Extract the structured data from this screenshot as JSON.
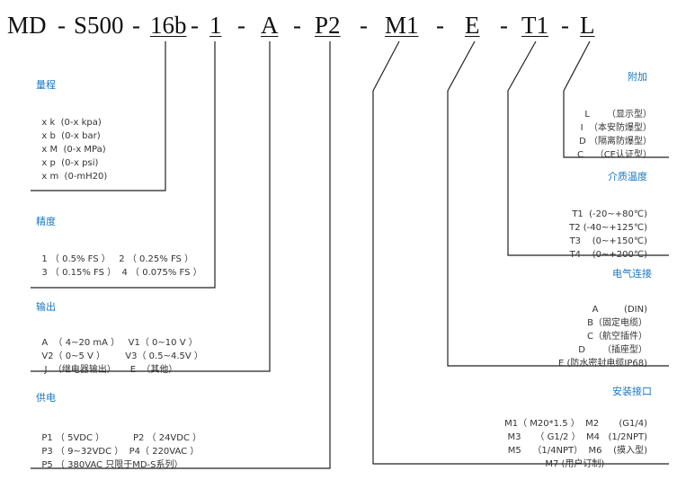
{
  "code": {
    "prefix": "MD",
    "sep": "-",
    "parts": [
      "S500",
      "16b",
      "1",
      "A",
      "P2",
      "M1",
      "E",
      "T1",
      "L"
    ]
  },
  "range": {
    "title": "量程",
    "rows": [
      "x k  (0-x kpa)",
      "x b  (0-x bar)",
      "x M  (0-x MPa)",
      "x p  (0-x psi)",
      "x m  (0-mH20)"
    ]
  },
  "accuracy": {
    "title": "精度",
    "rows": [
      "1 （ 0.5% FS ）   2 （ 0.25% FS ）",
      "3 （ 0.15% FS ）  4 （ 0.075% FS ）"
    ]
  },
  "output": {
    "title": "输出",
    "rows": [
      "A  （ 4~20 mA ）   V1（ 0~10 V ）",
      "V2（ 0~5 V ）       V3（ 0.5~4.5V ）",
      " J  （继电器输出）     E  （其他）"
    ]
  },
  "power": {
    "title": "供电",
    "rows": [
      "P1 （ 5VDC ）          P2 （ 24VDC ）",
      "P3 （ 9~32VDC ）  P4（ 220VAC ）",
      "P5 （ 380VAC 只限于MD-S系列）"
    ]
  },
  "addon": {
    "title": "附加",
    "rows": [
      "L      （显示型）",
      " I  （本安防爆型）",
      "D （隔离防爆型）",
      "C    （CE认证型）"
    ]
  },
  "temp": {
    "title": "介质温度",
    "rows": [
      "T1  (-20~+80℃)",
      "T2 (-40~+125℃)",
      "T3    (0~+150℃)",
      "T4    (0~+200℃)"
    ]
  },
  "electrical": {
    "title": "电气连接",
    "rows": [
      "A         (DIN)",
      "B（固定电缆）",
      "C（航空插件）",
      "D      （插座型）",
      "E (防水密封电缆IP68)"
    ]
  },
  "mount": {
    "title": "安装接口",
    "rows": [
      "M1（ M20*1.5 ）  M2       (G1/4)",
      "M3     （ G1/2 ）  M4   (1/2NPT)",
      "M5    （1/4NPT）  M6    (摸入型)",
      "M7 (用户订制)               "
    ]
  }
}
